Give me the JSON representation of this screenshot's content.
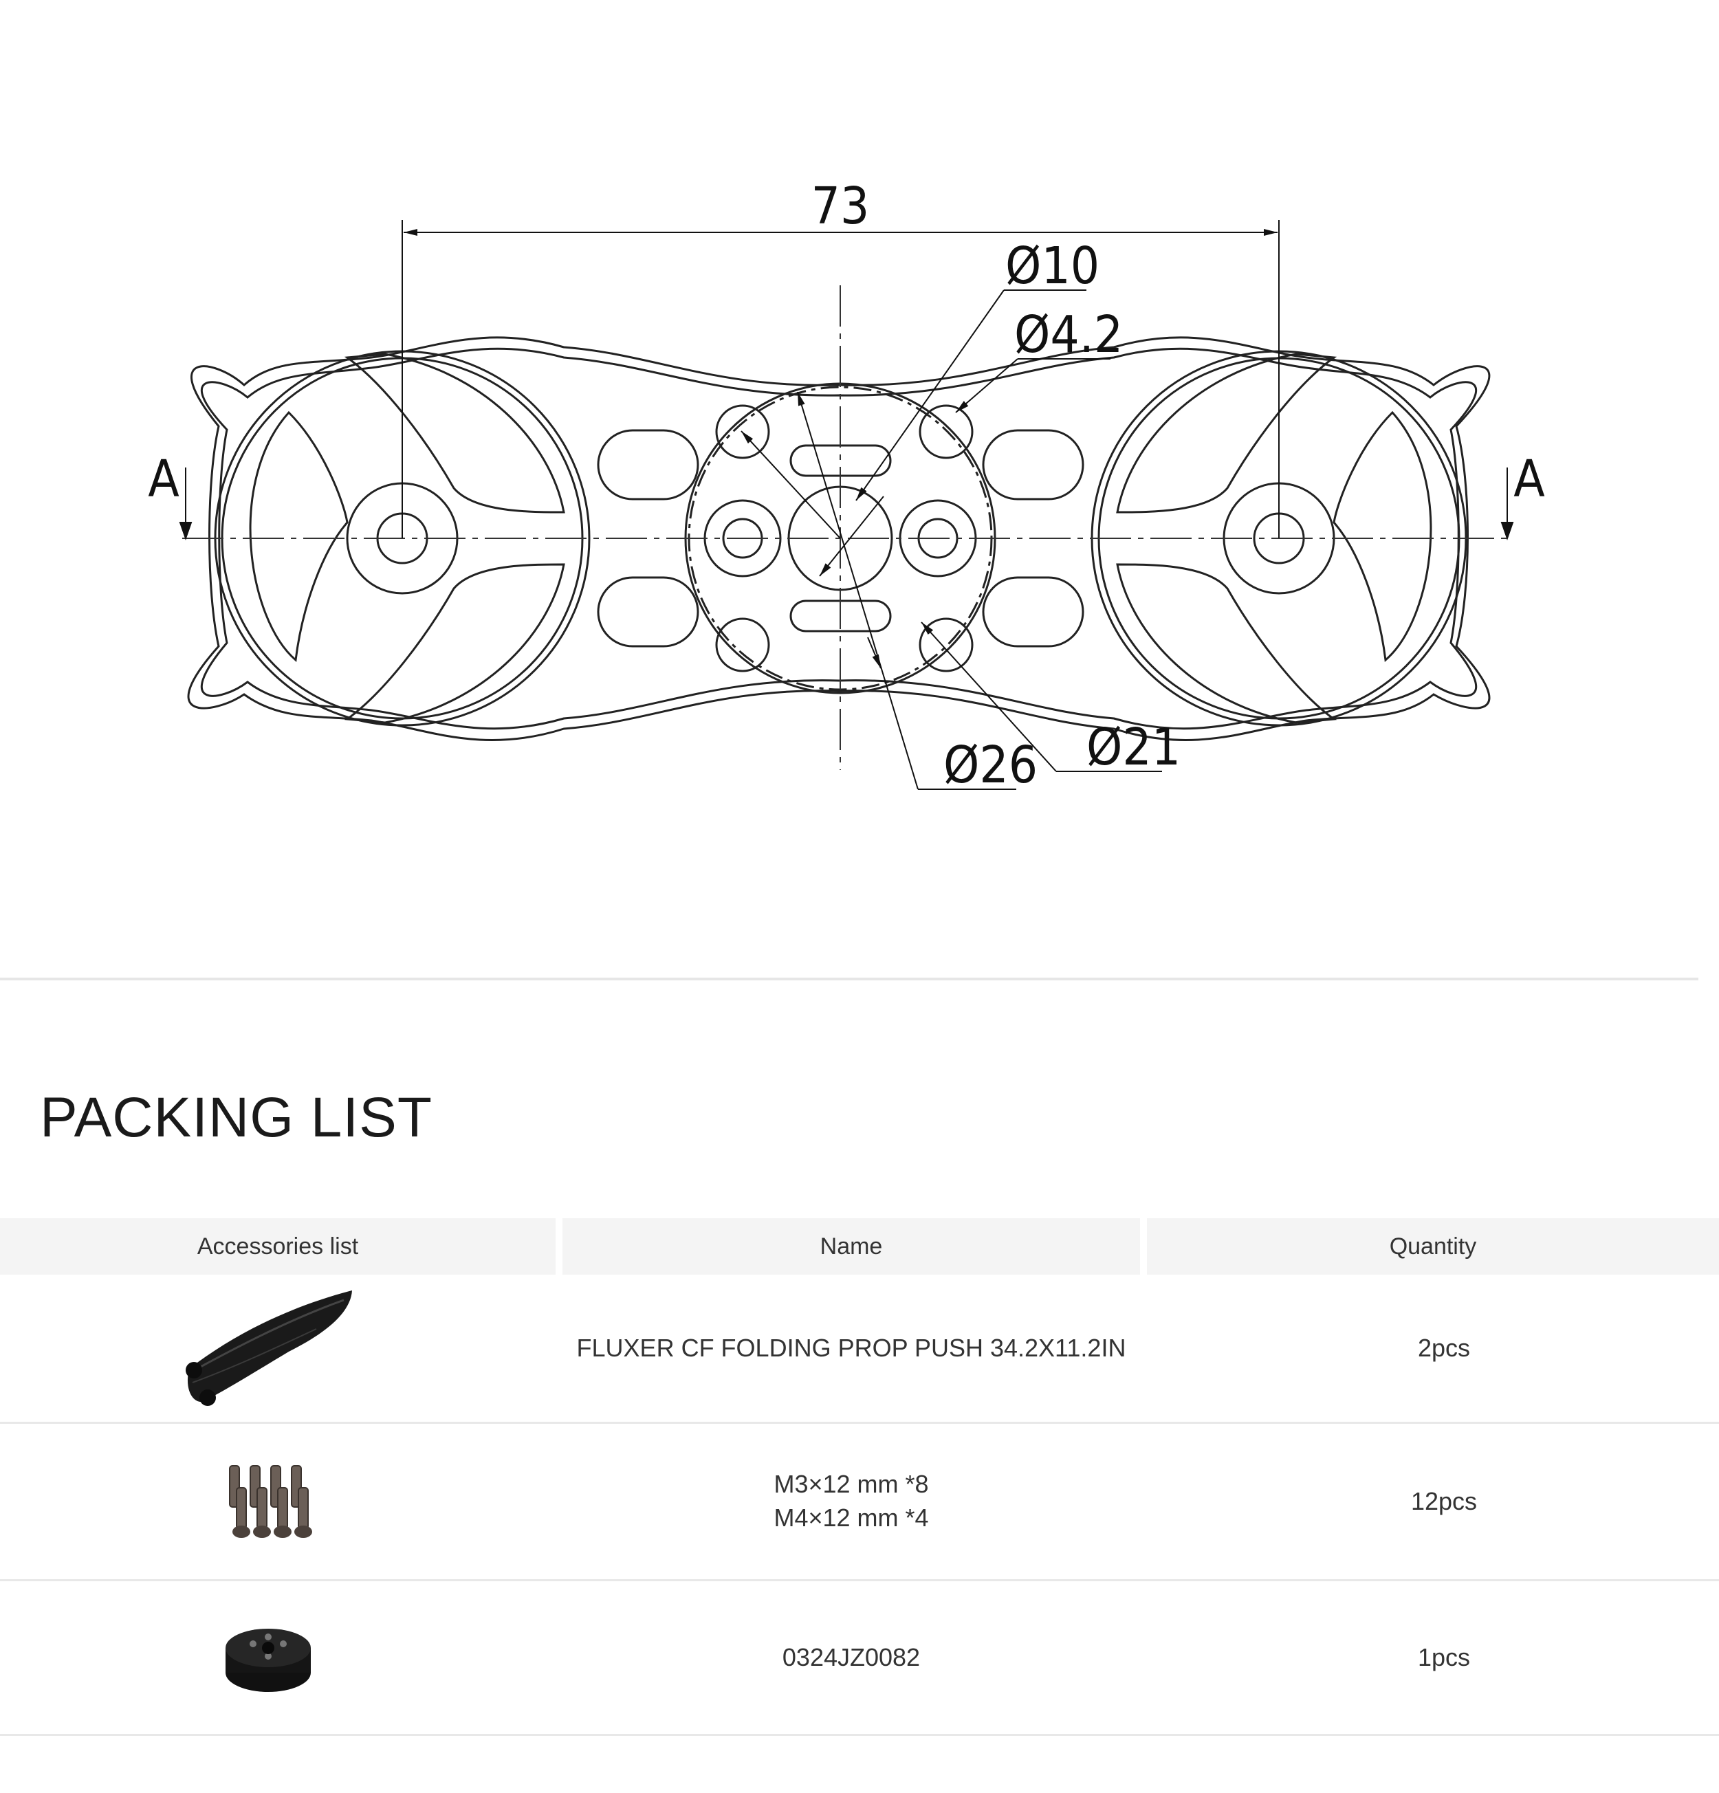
{
  "drawing": {
    "dimensions": {
      "span": "73",
      "d10": "Ø10",
      "d4_2": "Ø4.2",
      "d26": "Ø26",
      "d21": "Ø21"
    },
    "section_marks": {
      "left": "A",
      "right": "A"
    }
  },
  "packing_list": {
    "title": "PACKING LIST",
    "headers": {
      "accessories": "Accessories list",
      "name": "Name",
      "quantity": "Quantity"
    },
    "rows": [
      {
        "image": "folding-propeller-image",
        "name_lines": [
          "FLUXER CF FOLDING PROP PUSH 34.2X11.2IN"
        ],
        "quantity": "2pcs"
      },
      {
        "image": "screws-image",
        "name_lines": [
          "M3×12 mm *8",
          "M4×12 mm *4"
        ],
        "quantity": "12pcs"
      },
      {
        "image": "adapter-disc-image",
        "name_lines": [
          "0324JZ0082"
        ],
        "quantity": "1pcs"
      }
    ]
  }
}
